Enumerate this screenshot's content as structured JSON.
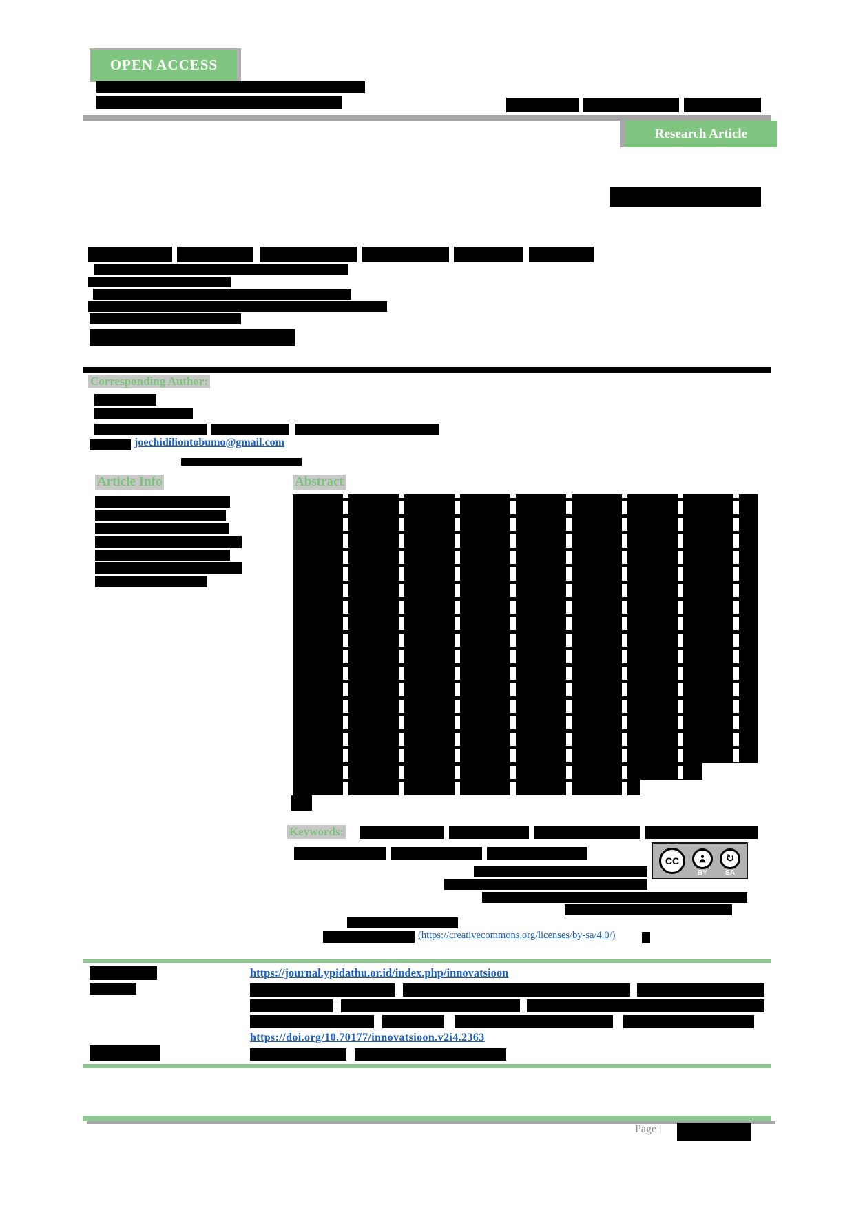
{
  "header": {
    "open_access": "OPEN ACCESS",
    "research_article": "Research Article"
  },
  "sections": {
    "corresponding_author_label": "Corresponding Author:",
    "article_info_label": "Article Info",
    "abstract_label": "Abstract",
    "keywords_label": "Keywords:"
  },
  "links": {
    "email": "joechidiliontobumo@gmail.com",
    "cc_license": "(https://creativecommons.org/licenses/by-sa/4.0/)",
    "journal": "https://journal.ypidathu.or.id/index.php/innovatsioon",
    "doi": "https://doi.org/10.70177/innovatsioon.v2i4.2363"
  },
  "cc_badge": {
    "cc": "CC",
    "by": "BY",
    "sa": "SA"
  },
  "footer": {
    "page_label": "Page |"
  },
  "colors": {
    "badge_green": "#7fc57f",
    "heading_green": "#7cc47c",
    "rule_green": "#90c490",
    "rule_gray": "#a6a6a6",
    "link_blue": "#1d5fc2",
    "redaction": "#000000",
    "cc_badge_gray": "#b3b3b3"
  },
  "redactions": [
    [
      140,
      118,
      390,
      17
    ],
    [
      140,
      139,
      356,
      19
    ],
    [
      735,
      142,
      370,
      21
    ],
    [
      840,
      142,
      6,
      21,
      "w"
    ],
    [
      986,
      142,
      7,
      21,
      "w"
    ],
    [
      885,
      272,
      220,
      28
    ],
    [
      128,
      358,
      734,
      23
    ],
    [
      250,
      358,
      7,
      23,
      "w"
    ],
    [
      368,
      358,
      9,
      23,
      "w"
    ],
    [
      518,
      358,
      8,
      23,
      "w"
    ],
    [
      652,
      358,
      7,
      23,
      "w"
    ],
    [
      760,
      358,
      8,
      23,
      "w"
    ],
    [
      137,
      384,
      368,
      16
    ],
    [
      128,
      402,
      207,
      15
    ],
    [
      135,
      419,
      375,
      16
    ],
    [
      128,
      437,
      434,
      16
    ],
    [
      130,
      455,
      220,
      16
    ],
    [
      130,
      478,
      298,
      25
    ],
    [
      137,
      572,
      90,
      17
    ],
    [
      137,
      592,
      143,
      16
    ],
    [
      137,
      615,
      500,
      17
    ],
    [
      300,
      615,
      7,
      17,
      "w"
    ],
    [
      420,
      615,
      8,
      17,
      "w"
    ],
    [
      130,
      638,
      60,
      16
    ],
    [
      263,
      665,
      175,
      11
    ],
    [
      138,
      720,
      196,
      17
    ],
    [
      138,
      740,
      190,
      16
    ],
    [
      138,
      759,
      195,
      17
    ],
    [
      138,
      778,
      213,
      18
    ],
    [
      138,
      798,
      196,
      16
    ],
    [
      138,
      816,
      214,
      18
    ],
    [
      138,
      836,
      163,
      17
    ],
    [
      1020,
      1108,
      82,
      47,
      "w"
    ],
    [
      930,
      1132,
      172,
      23,
      "w"
    ],
    [
      423,
      1155,
      30,
      22
    ],
    [
      522,
      1200,
      578,
      18
    ],
    [
      645,
      1200,
      7,
      18,
      "w"
    ],
    [
      768,
      1200,
      8,
      18,
      "w"
    ],
    [
      930,
      1200,
      7,
      18,
      "w"
    ],
    [
      427,
      1230,
      426,
      18
    ],
    [
      560,
      1230,
      8,
      18,
      "w"
    ],
    [
      700,
      1230,
      7,
      18,
      "w"
    ],
    [
      688,
      1257,
      252,
      16
    ],
    [
      645,
      1276,
      295,
      16
    ],
    [
      700,
      1295,
      385,
      16
    ],
    [
      820,
      1313,
      243,
      16
    ],
    [
      504,
      1332,
      161,
      16
    ],
    [
      469,
      1352,
      133,
      17
    ],
    [
      932,
      1353,
      12,
      16
    ],
    [
      130,
      1403,
      98,
      20
    ],
    [
      130,
      1427,
      68,
      18
    ],
    [
      363,
      1428,
      210,
      19
    ],
    [
      585,
      1428,
      330,
      19
    ],
    [
      925,
      1428,
      185,
      19
    ],
    [
      363,
      1451,
      120,
      19
    ],
    [
      495,
      1451,
      260,
      19
    ],
    [
      765,
      1451,
      345,
      19
    ],
    [
      363,
      1474,
      180,
      19
    ],
    [
      555,
      1474,
      90,
      19
    ],
    [
      660,
      1474,
      230,
      19
    ],
    [
      905,
      1474,
      190,
      19
    ],
    [
      130,
      1518,
      102,
      22
    ],
    [
      363,
      1522,
      140,
      18
    ],
    [
      515,
      1522,
      220,
      18
    ],
    [
      983,
      1630,
      108,
      26
    ]
  ]
}
